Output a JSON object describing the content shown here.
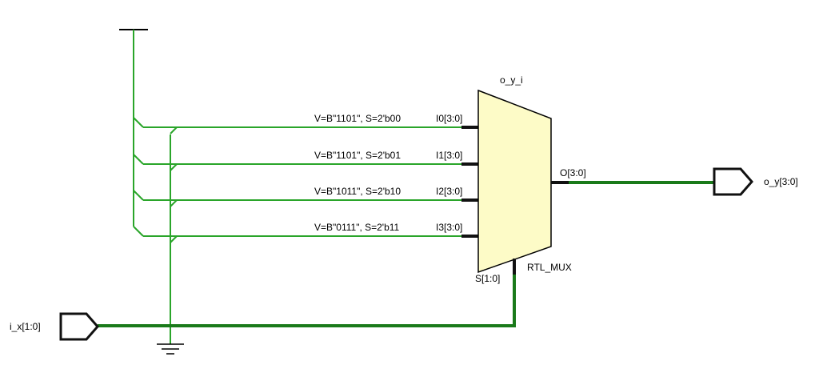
{
  "colors": {
    "wire": "#2aa52a",
    "bus": "#1a7a1a",
    "pin": "#111111",
    "mux_fill": "#fdfbc7",
    "mux_stroke": "#000000",
    "text": "#000000"
  },
  "cell": {
    "instance_name": "o_y_i",
    "type": "RTL_MUX",
    "output_pin": "O[3:0]",
    "select_pin": "S[1:0]",
    "inputs": [
      {
        "pin": "I0[3:0]",
        "value": "V=B\"1101\", S=2'b00"
      },
      {
        "pin": "I1[3:0]",
        "value": "V=B\"1101\", S=2'b01"
      },
      {
        "pin": "I2[3:0]",
        "value": "V=B\"1011\", S=2'b10"
      },
      {
        "pin": "I3[3:0]",
        "value": "V=B\"0111\", S=2'b11"
      }
    ]
  },
  "ports": {
    "input": {
      "name": "i_x[1:0]"
    },
    "output": {
      "name": "o_y[3:0]"
    }
  },
  "symbols": {
    "power": "vcc-tee-icon",
    "ground": "ground-icon"
  }
}
